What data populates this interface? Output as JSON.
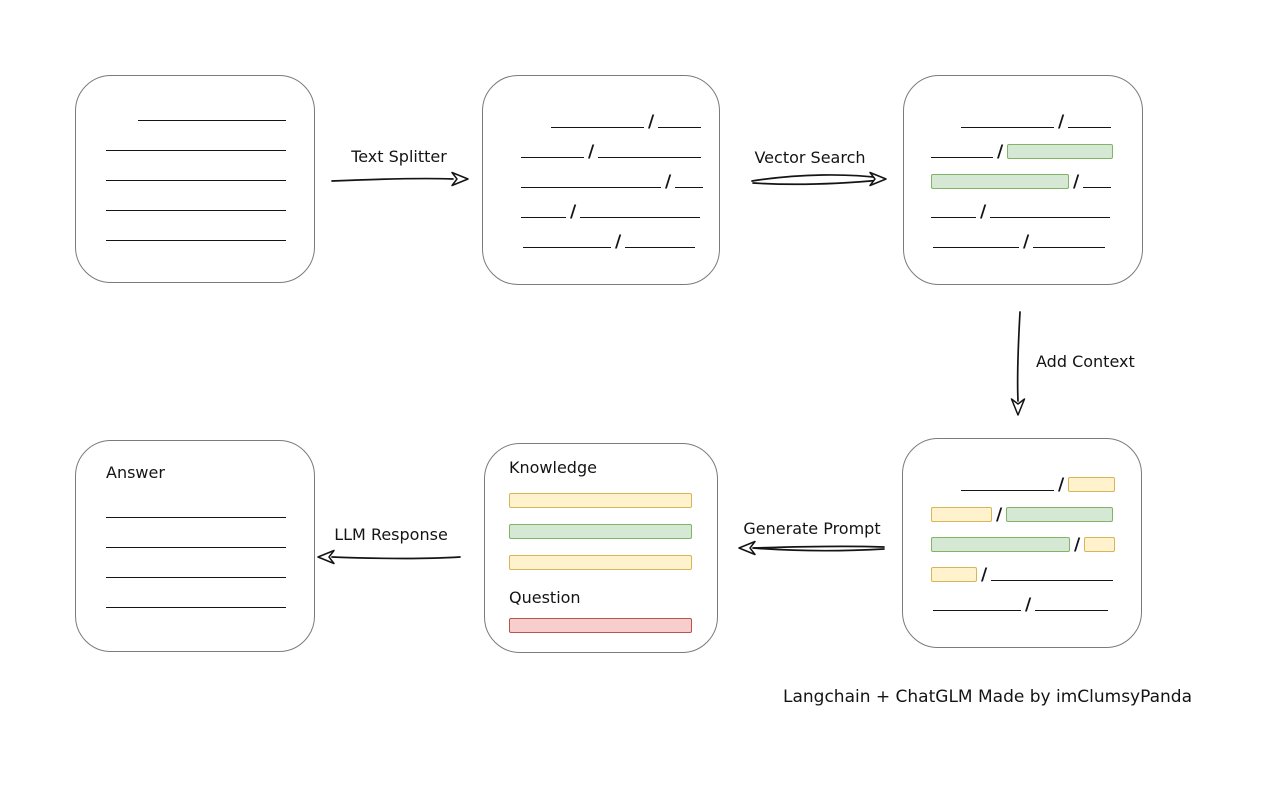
{
  "caption": "Langchain + ChatGLM Made by imClumsyPanda",
  "arrows": {
    "text_splitter": {
      "label": "Text Splitter"
    },
    "vector_search": {
      "label": "Vector Search"
    },
    "add_context": {
      "label": "Add Context"
    },
    "generate_prompt": {
      "label": "Generate Prompt"
    },
    "llm_response": {
      "label": "LLM Response"
    }
  },
  "prompt_box": {
    "knowledge_label": "Knowledge",
    "question_label": "Question",
    "knowledge_bars": [
      {
        "color": "yellow"
      },
      {
        "color": "green"
      },
      {
        "color": "yellow"
      }
    ],
    "question_bar": {
      "color": "red"
    }
  },
  "answer_box": {
    "label": "Answer"
  },
  "colors": {
    "green_fill": "#d5e8d4",
    "green_border": "#82b366",
    "yellow_fill": "#fff2cc",
    "yellow_border": "#d6b656",
    "red_fill": "#f8cecc",
    "red_border": "#b85450",
    "box_border": "#7b7b7b",
    "ink": "#141414"
  },
  "rows": {
    "document": [
      {
        "indent": 62,
        "segments": [
          {
            "t": "line",
            "w": 148
          }
        ]
      },
      {
        "indent": 30,
        "segments": [
          {
            "t": "line",
            "w": 180
          }
        ]
      },
      {
        "indent": 30,
        "segments": [
          {
            "t": "line",
            "w": 180
          }
        ]
      },
      {
        "indent": 30,
        "segments": [
          {
            "t": "line",
            "w": 180
          }
        ]
      },
      {
        "indent": 30,
        "segments": [
          {
            "t": "line",
            "w": 180
          }
        ]
      }
    ],
    "chunks": [
      {
        "indent": 68,
        "segments": [
          {
            "t": "line",
            "w": 93
          },
          {
            "t": "slash"
          },
          {
            "t": "line",
            "w": 43
          }
        ]
      },
      {
        "indent": 38,
        "segments": [
          {
            "t": "line",
            "w": 63
          },
          {
            "t": "slash"
          },
          {
            "t": "line",
            "w": 103
          }
        ]
      },
      {
        "indent": 38,
        "segments": [
          {
            "t": "line",
            "w": 140
          },
          {
            "t": "slash"
          },
          {
            "t": "line",
            "w": 28
          }
        ]
      },
      {
        "indent": 38,
        "segments": [
          {
            "t": "line",
            "w": 45
          },
          {
            "t": "slash"
          },
          {
            "t": "line",
            "w": 120
          }
        ]
      },
      {
        "indent": 40,
        "segments": [
          {
            "t": "line",
            "w": 88
          },
          {
            "t": "slash"
          },
          {
            "t": "line",
            "w": 70
          }
        ]
      }
    ],
    "search_results": [
      {
        "indent": 57,
        "segments": [
          {
            "t": "line",
            "w": 93
          },
          {
            "t": "slash"
          },
          {
            "t": "line",
            "w": 43
          }
        ]
      },
      {
        "indent": 27,
        "segments": [
          {
            "t": "line",
            "w": 62
          },
          {
            "t": "slash"
          },
          {
            "t": "bar",
            "c": "green",
            "w": 106
          }
        ]
      },
      {
        "indent": 27,
        "segments": [
          {
            "t": "bar",
            "c": "green",
            "w": 138
          },
          {
            "t": "slash"
          },
          {
            "t": "line",
            "w": 28
          }
        ]
      },
      {
        "indent": 27,
        "segments": [
          {
            "t": "line",
            "w": 45
          },
          {
            "t": "slash"
          },
          {
            "t": "line",
            "w": 120
          }
        ]
      },
      {
        "indent": 29,
        "segments": [
          {
            "t": "line",
            "w": 86
          },
          {
            "t": "slash"
          },
          {
            "t": "line",
            "w": 72
          }
        ]
      }
    ],
    "context": [
      {
        "indent": 58,
        "segments": [
          {
            "t": "line",
            "w": 93
          },
          {
            "t": "slash"
          },
          {
            "t": "bar",
            "c": "yellow",
            "w": 47
          }
        ]
      },
      {
        "indent": 28,
        "segments": [
          {
            "t": "bar",
            "c": "yellow",
            "w": 61
          },
          {
            "t": "slash"
          },
          {
            "t": "bar",
            "c": "green",
            "w": 107
          }
        ]
      },
      {
        "indent": 28,
        "segments": [
          {
            "t": "bar",
            "c": "green",
            "w": 139
          },
          {
            "t": "slash"
          },
          {
            "t": "bar",
            "c": "yellow",
            "w": 31
          }
        ]
      },
      {
        "indent": 28,
        "segments": [
          {
            "t": "bar",
            "c": "yellow",
            "w": 46
          },
          {
            "t": "slash"
          },
          {
            "t": "line",
            "w": 122
          }
        ]
      },
      {
        "indent": 30,
        "segments": [
          {
            "t": "line",
            "w": 88
          },
          {
            "t": "slash"
          },
          {
            "t": "line",
            "w": 73
          }
        ]
      }
    ],
    "answer": [
      {
        "indent": 0,
        "segments": [
          {
            "t": "line",
            "w": 180
          }
        ]
      },
      {
        "indent": 0,
        "segments": [
          {
            "t": "line",
            "w": 180
          }
        ]
      },
      {
        "indent": 0,
        "segments": [
          {
            "t": "line",
            "w": 180
          }
        ]
      },
      {
        "indent": 0,
        "segments": [
          {
            "t": "line",
            "w": 180
          }
        ]
      }
    ]
  }
}
